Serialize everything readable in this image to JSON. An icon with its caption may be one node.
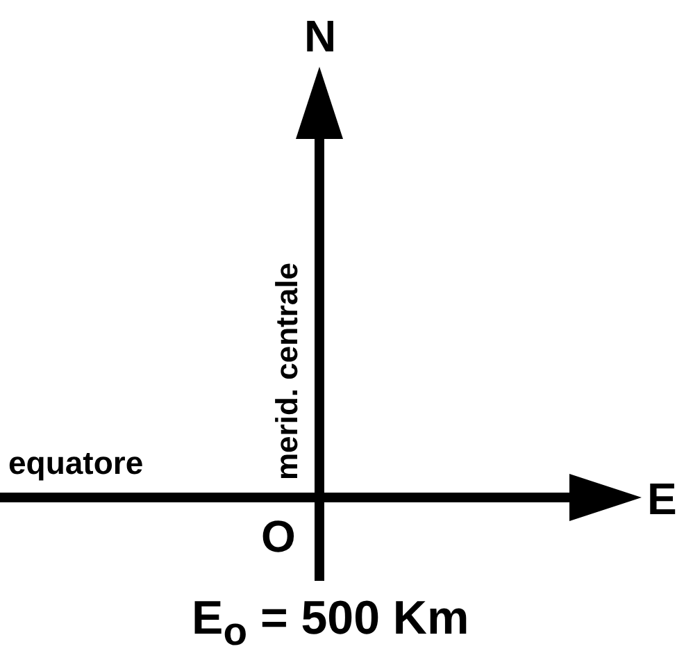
{
  "diagram": {
    "labels": [
      "N",
      "merid. centrale",
      "equatore",
      "O",
      "E",
      "E$_{o}$ = 500 Km"
    ]
  }
}
